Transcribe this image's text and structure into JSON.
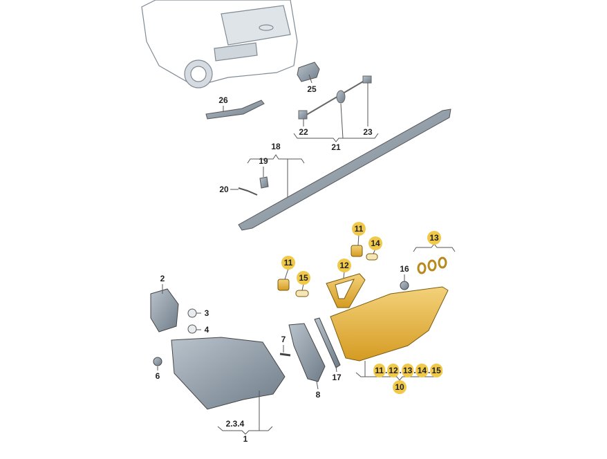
{
  "diagram": {
    "highlight_color": "#f0c94a",
    "labels": {
      "p25": "25",
      "p26": "26",
      "p22": "22",
      "p21": "21",
      "p23": "23",
      "p18": "18",
      "p19": "19",
      "p20": "20",
      "p11a": "11",
      "p14": "14",
      "p13": "13",
      "p11b": "11",
      "p12": "12",
      "p15": "15",
      "p16": "16",
      "p2": "2",
      "p3": "3",
      "p4": "4",
      "p7": "7",
      "p6": "6",
      "p17": "17",
      "p8": "8",
      "p234": "2.3.4",
      "p1": "1",
      "group10": [
        "11",
        "12",
        "13",
        "14",
        "15"
      ],
      "p10": "10"
    }
  }
}
